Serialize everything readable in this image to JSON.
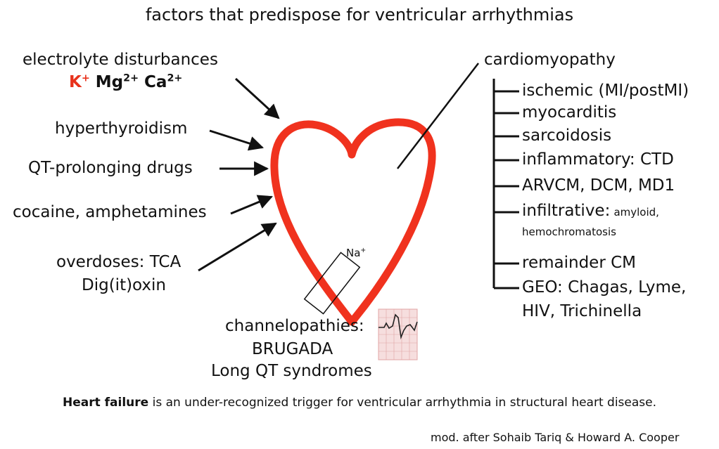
{
  "title": "factors that predispose for ventricular arrhythmias",
  "left_factors": {
    "electrolytes_label": "electrolyte disturbances",
    "ions": [
      {
        "base": "K",
        "charge": "+",
        "color": "#e8321c"
      },
      {
        "base": "Mg",
        "charge": "2+",
        "color": "#111111"
      },
      {
        "base": "Ca",
        "charge": "2+",
        "color": "#111111"
      }
    ],
    "hyperthyroidism": "hyperthyroidism",
    "qt_drugs": "QT-prolonging drugs",
    "cocaine": "cocaine, amphetamines",
    "overdoses_line1": "overdoses: TCA",
    "overdoses_line2": "Dig(it)oxin"
  },
  "channel": {
    "na_base": "Na",
    "na_charge": "+",
    "label": "channelopathies:",
    "brugada": "BRUGADA",
    "long_qt": "Long QT syndromes"
  },
  "cardiomyopathy": {
    "label": "cardiomyopathy",
    "items": [
      "ischemic (MI/postMI)",
      "myocarditis",
      "sarcoidosis",
      "inflammatory: CTD",
      "ARVCM, DCM, MD1",
      "infiltrative:",
      "remainder CM",
      "GEO: Chagas, Lyme,"
    ],
    "infiltrative_small": "amyloid,",
    "infiltrative_small_2": "hemochromatosis",
    "geo_line2": "HIV, Trichinella"
  },
  "footer": {
    "bold": "Heart failure",
    "rest": " is an under-recognized trigger for ventricular arrhythmia in structural heart disease.",
    "credit": "mod. after Sohaib Tariq & Howard A. Cooper"
  },
  "colors": {
    "heart": "#f0321e",
    "text": "#111111",
    "ecg_bg": "#f6dede",
    "ecg_grid": "#e0a4a4"
  }
}
